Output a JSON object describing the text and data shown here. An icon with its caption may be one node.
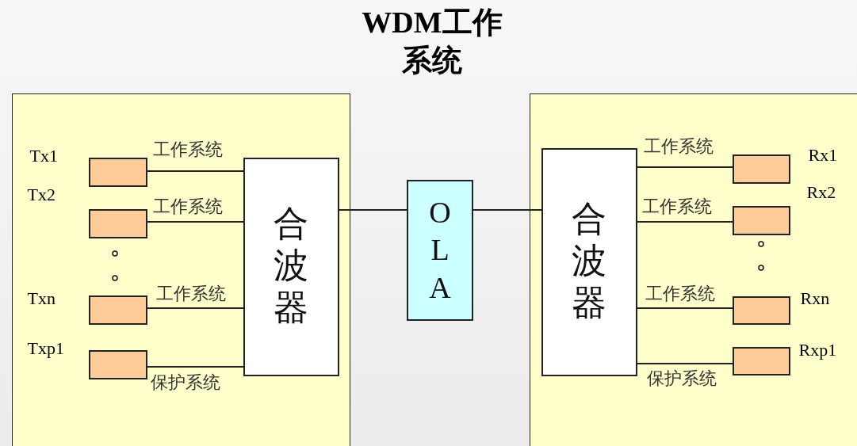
{
  "diagram": {
    "title": "WDM工作系统",
    "nodes": [
      {
        "text": [],
        "shape": "box"
      },
      {
        "text": [],
        "shape": "box",
        "beside": [
          "Tx1"
        ],
        "in": 0
      },
      {
        "text": [],
        "shape": "box",
        "beside": [
          "Tx2"
        ],
        "in": 0
      },
      {
        "text": [],
        "shape": "box",
        "beside": [
          "Txn"
        ],
        "in": 0
      },
      {
        "text": [],
        "shape": "box",
        "beside": [
          "Txp1"
        ],
        "in": 0
      },
      {
        "text": [
          "合波器"
        ],
        "in": 0
      },
      {
        "text": [
          "OLA"
        ]
      },
      {
        "text": [],
        "shape": "box"
      },
      {
        "text": [
          "合波器"
        ],
        "in": 7
      },
      {
        "text": [],
        "shape": "box",
        "beside": [
          "Rx1"
        ],
        "in": 7
      },
      {
        "text": [],
        "shape": "box",
        "beside": [
          "Rx2"
        ],
        "in": 7
      },
      {
        "text": [],
        "shape": "box",
        "beside": [
          "Rxn"
        ],
        "in": 7
      },
      {
        "text": [],
        "shape": "box",
        "beside": [
          "Rxp1"
        ],
        "in": 7
      }
    ],
    "edges": [
      {
        "from": 1,
        "to": 5,
        "arrow": "none",
        "label": "工作系统"
      },
      {
        "from": 2,
        "to": 5,
        "arrow": "none",
        "label": "工作系统"
      },
      {
        "from": 3,
        "to": 5,
        "arrow": "none",
        "label": "工作系统"
      },
      {
        "from": 4,
        "to": 5,
        "arrow": "none",
        "label": "保护系统"
      },
      {
        "from": 5,
        "to": 6,
        "arrow": "none"
      },
      {
        "from": 6,
        "to": 8,
        "arrow": "none"
      },
      {
        "from": 8,
        "to": 9,
        "arrow": "none",
        "label": "工作系统"
      },
      {
        "from": 8,
        "to": 10,
        "arrow": "none",
        "label": "工作系统"
      },
      {
        "from": 8,
        "to": 11,
        "arrow": "none",
        "label": "工作系统"
      },
      {
        "from": 8,
        "to": 12,
        "arrow": "none",
        "label": "保护系统"
      }
    ]
  }
}
